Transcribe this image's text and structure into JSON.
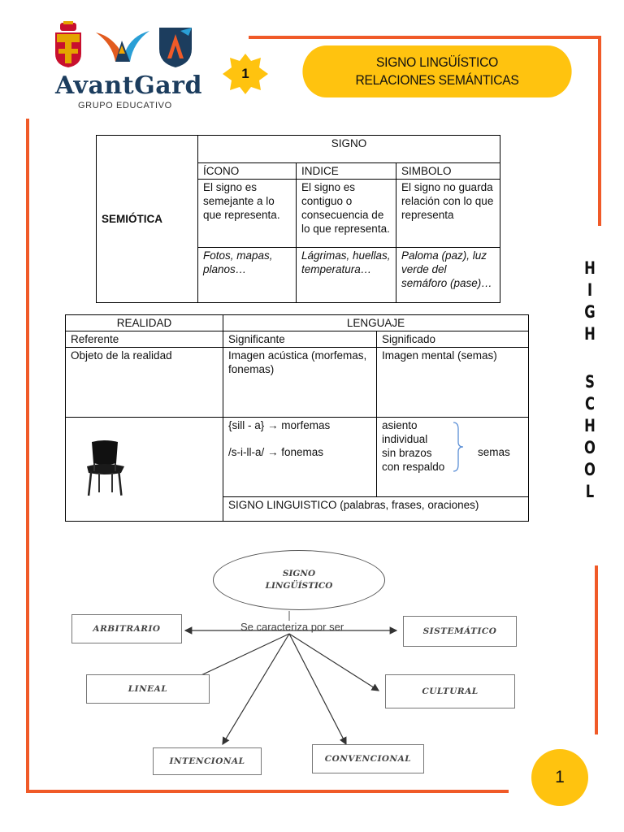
{
  "header": {
    "brand": "AvantGard",
    "brand_sub": "GRUPO EDUCATIVO",
    "unit_number": "1",
    "title_line1": "SIGNO LINGÜÍSTICO",
    "title_line2": "RELACIONES SEMÁNTICAS"
  },
  "side_label": [
    "H",
    "I",
    "G",
    "H",
    "",
    "S",
    "C",
    "H",
    "O",
    "O",
    "L"
  ],
  "table1": {
    "row_label": "SEMIÓTICA",
    "header": "SIGNO",
    "columns": [
      "ÍCONO",
      "INDICE",
      "SIMBOLO"
    ],
    "definitions": [
      "El signo es semejante a lo que representa.",
      "El signo es contiguo o consecuencia de lo que representa.",
      "El signo no guarda relación con lo que representa"
    ],
    "examples": [
      "Fotos, mapas, planos…",
      "Lágrimas, huellas, temperatura…",
      "Paloma (paz), luz verde del semáforo (pase)…"
    ]
  },
  "table2": {
    "head_left": "REALIDAD",
    "head_right": "LENGUAJE",
    "sub": [
      "Referente",
      "Significante",
      "Significado"
    ],
    "row1": [
      "Objeto de la realidad",
      "Imagen acústica (morfemas, fonemas)",
      "Imagen mental (semas)"
    ],
    "morfemas": "{sill -  a} → morfemas",
    "fonemas": "/s-i-ll-a/ → fonemas",
    "semas_items": [
      "asiento",
      "individual",
      "sin brazos",
      "con respaldo"
    ],
    "semas_label": "semas",
    "footer": "SIGNO LINGUISTICO (palabras, frases, oraciones)"
  },
  "diagram": {
    "center_line1": "SIGNO",
    "center_line2": "LINGÜÍSTICO",
    "connector": "Se caracteriza por ser",
    "nodes": [
      "ARBITRARIO",
      "SISTEMÁTICO",
      "LINEAL",
      "CULTURAL",
      "INTENCIONAL",
      "CONVENCIONAL"
    ]
  },
  "page_number": "1",
  "colors": {
    "accent_orange": "#f05a28",
    "accent_yellow": "#ffc30f",
    "brand_blue": "#1c3d5e"
  }
}
